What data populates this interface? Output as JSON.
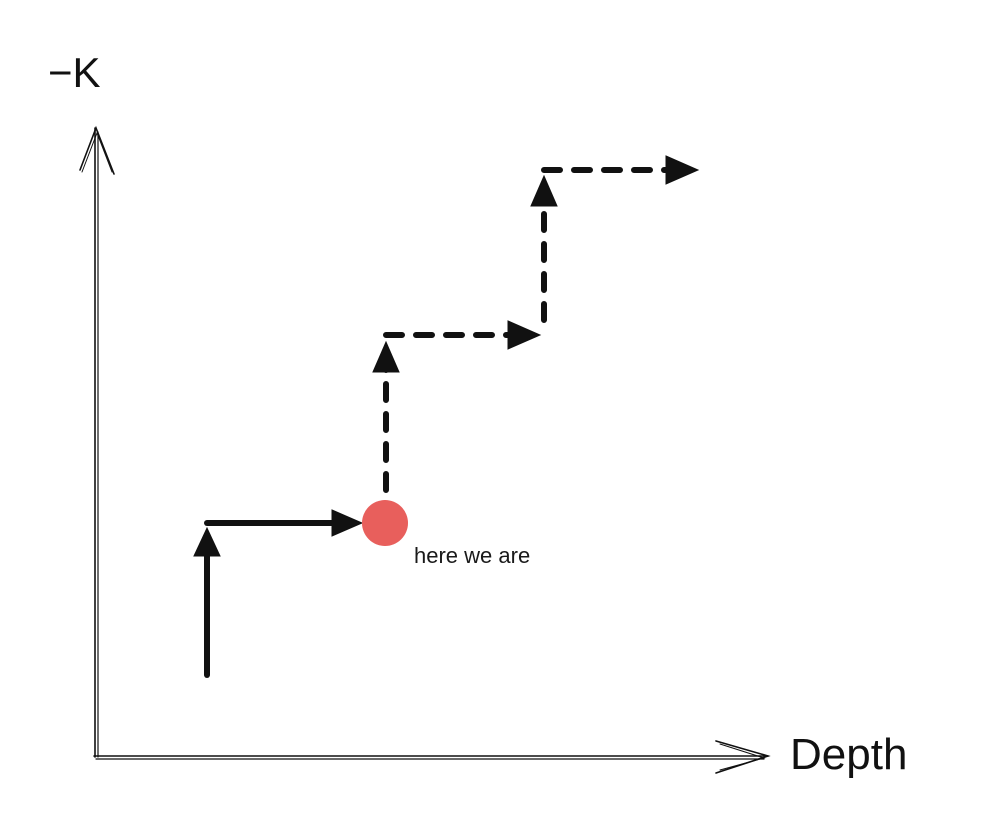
{
  "axes": {
    "y_label": "−K",
    "x_label": "Depth"
  },
  "marker": {
    "label": "here we are",
    "color": "#e85f5c"
  },
  "colors": {
    "stroke": "#111111",
    "background": "#ffffff"
  },
  "path": {
    "completed_style": "solid",
    "future_style": "dashed"
  }
}
